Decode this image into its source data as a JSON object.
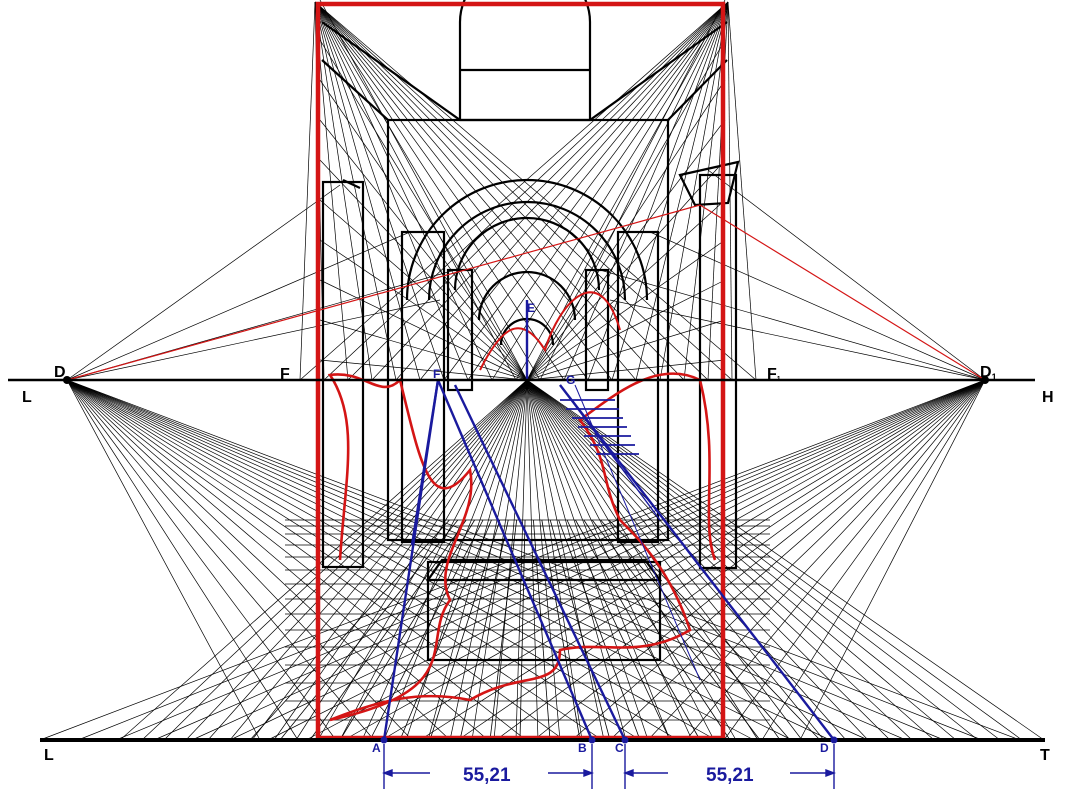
{
  "colors": {
    "construction": "#000000",
    "frame": "#d41515",
    "measure": "#1a1a9e"
  },
  "labels": {
    "L_left": "L",
    "H": "H",
    "D": "D",
    "D1": "D",
    "D1_sub": "1",
    "F": "F",
    "F1": "F",
    "F1_sub": "1",
    "L_ground": "L",
    "T": "T"
  },
  "points": {
    "A": "A",
    "B": "B",
    "C": "C",
    "D": "D",
    "E": "E",
    "F": "F",
    "G": "G"
  },
  "dimensions": {
    "left": "55,21",
    "right": "55,21"
  }
}
